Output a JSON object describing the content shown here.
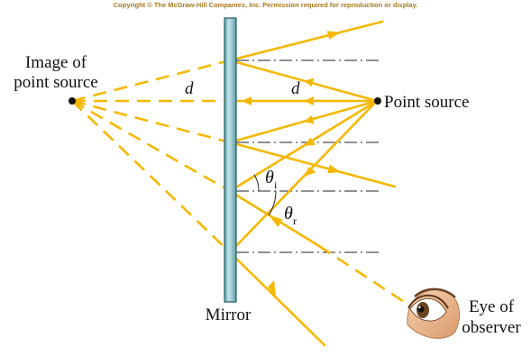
{
  "copyright": "Copyright © The McGraw-Hill Companies, Inc. Permission required for reproduction or display.",
  "labels": {
    "image_line1": "Image of",
    "image_line2": "point source",
    "point_source": "Point source",
    "mirror": "Mirror",
    "eye_line1": "Eye of",
    "eye_line2": "observer",
    "distance_left": "d",
    "distance_right": "d",
    "theta": "θ",
    "sub_incident": "i",
    "sub_reflected": "r"
  },
  "colors": {
    "ray": "#f5b800",
    "mirror_fill": "#8fc3cd",
    "mirror_edge": "#2e6670",
    "normal": "#222222",
    "text": "#111111"
  }
}
